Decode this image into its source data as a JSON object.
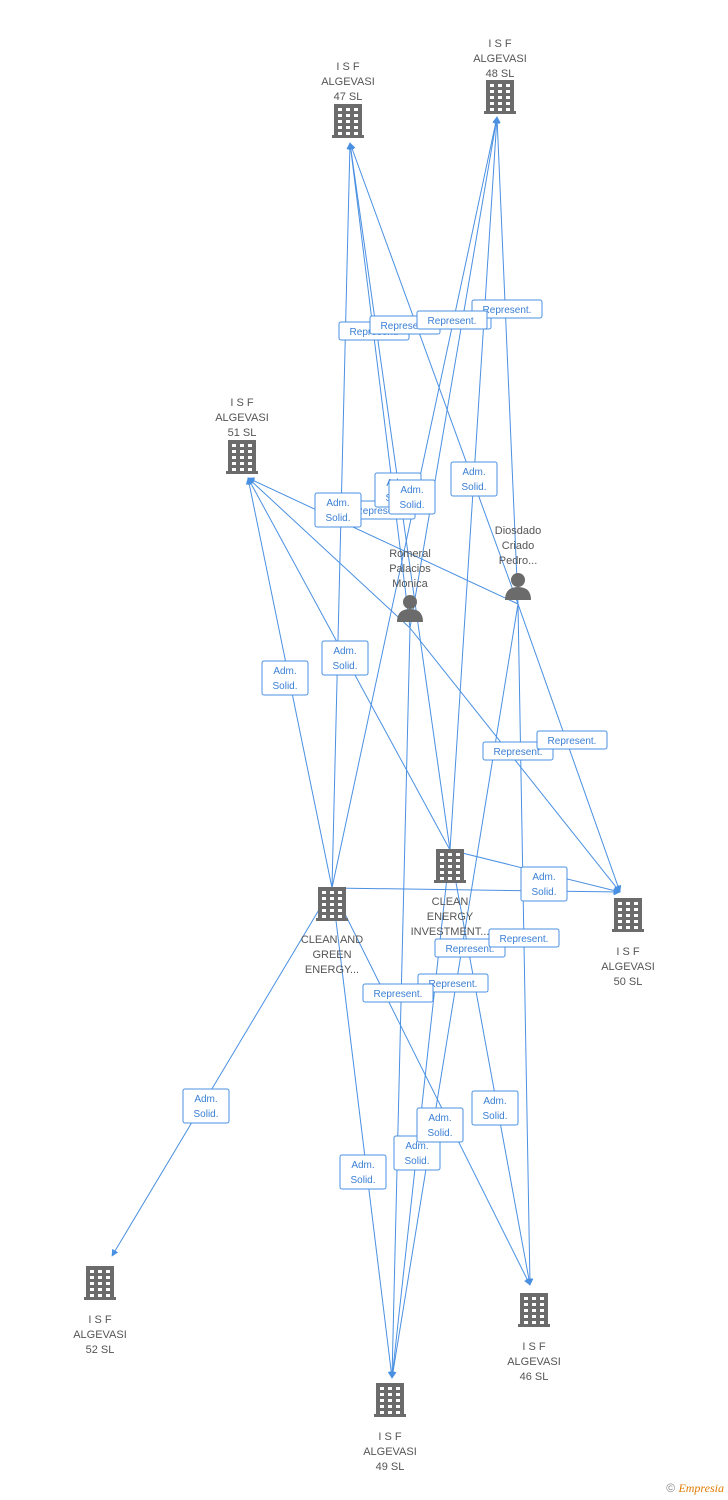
{
  "colors": {
    "edge": "#4a90e2",
    "node_icon": "#6b6b6b",
    "label_text": "#555555",
    "brand": "#e07b00"
  },
  "nodes": [
    {
      "id": "isf47",
      "type": "company",
      "icon": "building-icon",
      "lines": [
        "I S F",
        "ALGEVASI",
        "47 SL"
      ]
    },
    {
      "id": "isf48",
      "type": "company",
      "icon": "building-icon",
      "lines": [
        "I S F",
        "ALGEVASI",
        "48 SL"
      ]
    },
    {
      "id": "isf51",
      "type": "company",
      "icon": "building-icon",
      "lines": [
        "I S F",
        "ALGEVASI",
        "51 SL"
      ]
    },
    {
      "id": "romeral",
      "type": "person",
      "icon": "person-icon",
      "lines": [
        "Romeral",
        "Palacios",
        "Monica"
      ]
    },
    {
      "id": "diosdado",
      "type": "person",
      "icon": "person-icon",
      "lines": [
        "Diosdado",
        "Criado",
        "Pedro..."
      ]
    },
    {
      "id": "cleaninv",
      "type": "company",
      "icon": "building-icon",
      "lines": [
        "CLEAN",
        "ENERGY",
        "INVESTMENT..."
      ]
    },
    {
      "id": "cleangreen",
      "type": "company",
      "icon": "building-icon",
      "lines": [
        "CLEAN AND",
        "GREEN",
        "ENERGY..."
      ]
    },
    {
      "id": "isf50",
      "type": "company",
      "icon": "building-icon",
      "lines": [
        "I S F",
        "ALGEVASI",
        "50 SL"
      ]
    },
    {
      "id": "isf52",
      "type": "company",
      "icon": "building-icon",
      "lines": [
        "I S F",
        "ALGEVASI",
        "52 SL"
      ]
    },
    {
      "id": "isf46",
      "type": "company",
      "icon": "building-icon",
      "lines": [
        "I S F",
        "ALGEVASI",
        "46 SL"
      ]
    },
    {
      "id": "isf49",
      "type": "company",
      "icon": "building-icon",
      "lines": [
        "I S F",
        "ALGEVASI",
        "49 SL"
      ]
    }
  ],
  "edges": [
    {
      "from": "romeral",
      "to": "isf47",
      "label": [
        "Represent."
      ]
    },
    {
      "from": "romeral",
      "to": "isf48",
      "label": [
        "Represent."
      ]
    },
    {
      "from": "romeral",
      "to": "isf51",
      "label": [
        "Adm.",
        "Solid."
      ]
    },
    {
      "from": "romeral",
      "to": "isf50",
      "label": [
        "Represent."
      ]
    },
    {
      "from": "romeral",
      "to": "isf49",
      "label": [
        "Adm.",
        "Solid."
      ]
    },
    {
      "from": "diosdado",
      "to": "isf47",
      "label": [
        "Adm.",
        "Solid."
      ]
    },
    {
      "from": "diosdado",
      "to": "isf48",
      "label": [
        "Represent."
      ]
    },
    {
      "from": "diosdado",
      "to": "isf51",
      "label": [
        "Represent."
      ]
    },
    {
      "from": "diosdado",
      "to": "isf50",
      "label": [
        "Represent."
      ]
    },
    {
      "from": "diosdado",
      "to": "isf46",
      "label": [
        "Adm.",
        "Solid."
      ]
    },
    {
      "from": "diosdado",
      "to": "isf49",
      "label": [
        "Adm.",
        "Solid."
      ]
    },
    {
      "from": "cleaninv",
      "to": "isf47",
      "label": [
        "Adm.",
        "Solid."
      ]
    },
    {
      "from": "cleaninv",
      "to": "isf48",
      "label": [
        "Adm.",
        "Solid."
      ]
    },
    {
      "from": "cleaninv",
      "to": "isf51",
      "label": [
        "Adm.",
        "Solid."
      ]
    },
    {
      "from": "cleaninv",
      "to": "isf50",
      "label": [
        "Adm.",
        "Solid."
      ]
    },
    {
      "from": "cleaninv",
      "to": "isf46",
      "label": [
        "Represent."
      ]
    },
    {
      "from": "cleaninv",
      "to": "isf49",
      "label": [
        "Represent."
      ]
    },
    {
      "from": "cleangreen",
      "to": "isf47",
      "label": [
        "Represent."
      ]
    },
    {
      "from": "cleangreen",
      "to": "isf48",
      "label": [
        "Represent."
      ]
    },
    {
      "from": "cleangreen",
      "to": "isf51",
      "label": [
        "Adm.",
        "Solid."
      ]
    },
    {
      "from": "cleangreen",
      "to": "isf50",
      "label": [
        "Represent."
      ]
    },
    {
      "from": "cleangreen",
      "to": "isf52",
      "label": [
        "Adm.",
        "Solid."
      ]
    },
    {
      "from": "cleangreen",
      "to": "isf46",
      "label": [
        "Represent."
      ]
    },
    {
      "from": "cleangreen",
      "to": "isf49",
      "label": [
        "Adm.",
        "Solid."
      ]
    }
  ],
  "footer": {
    "copyright": "©",
    "brand": "Empresia"
  }
}
